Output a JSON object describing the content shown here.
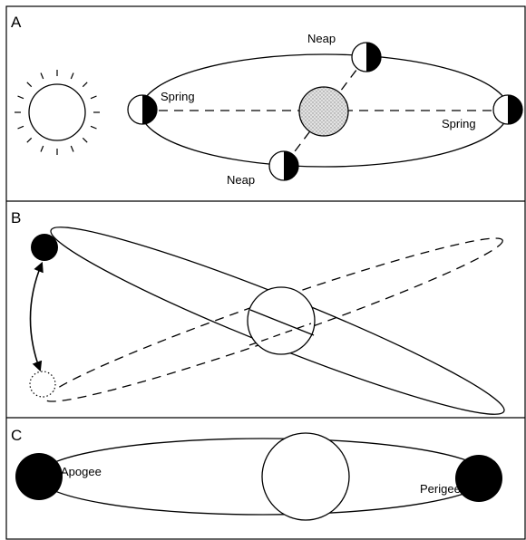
{
  "panels": {
    "a": {
      "letter": "A",
      "labels": {
        "neap_top": "Neap",
        "neap_bottom": "Neap",
        "spring_left": "Spring",
        "spring_right": "Spring"
      }
    },
    "b": {
      "letter": "B"
    },
    "c": {
      "letter": "C",
      "labels": {
        "apogee": "Apogee",
        "perigee": "Perigee"
      }
    }
  },
  "colors": {
    "ink": "#000000",
    "paper": "#ffffff",
    "earth_fill_panel_a": "#d8d8d8"
  },
  "icons": {
    "sun": "sun-with-rays-icon",
    "moon_phase": "half-shaded-moon-icon"
  }
}
